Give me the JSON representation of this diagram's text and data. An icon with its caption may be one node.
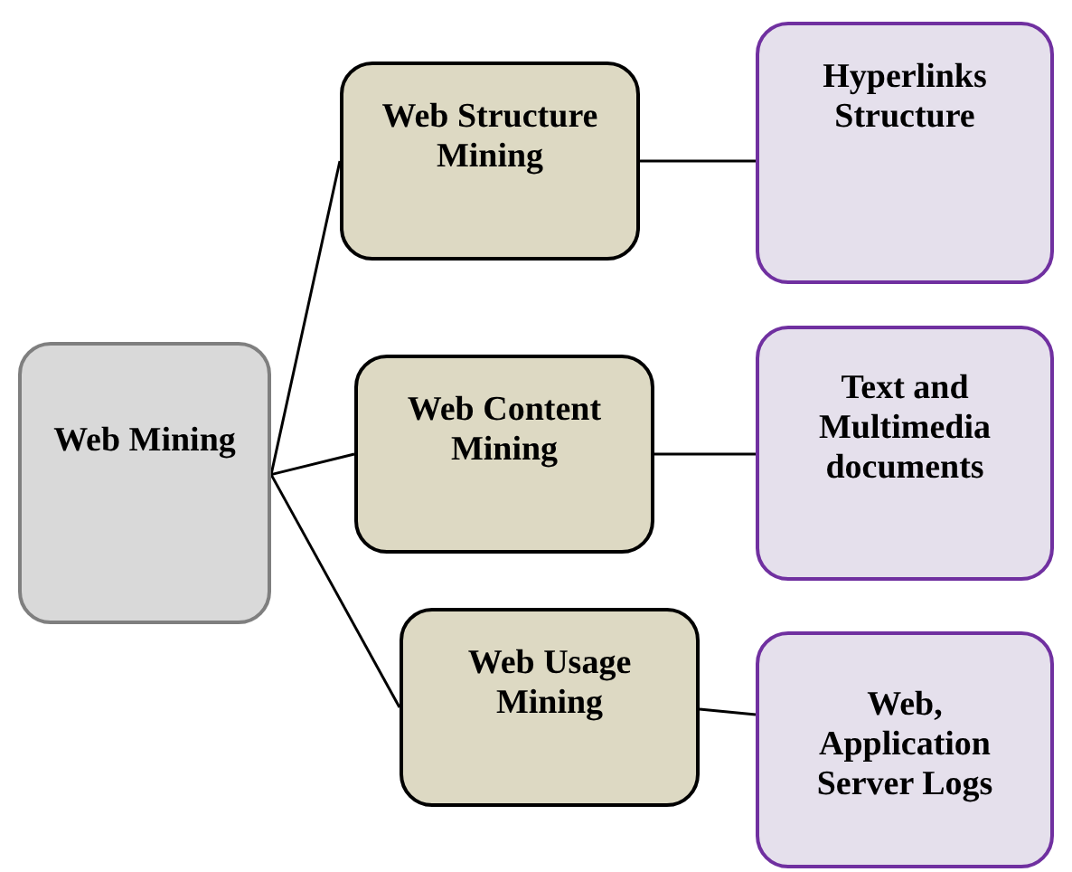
{
  "diagram": {
    "nodes": [
      {
        "text": [
          "Web Mining"
        ]
      },
      {
        "text": [
          "Web Structure Mining"
        ]
      },
      {
        "text": [
          "Web Content Mining"
        ]
      },
      {
        "text": [
          "Web Usage Mining"
        ]
      },
      {
        "text": [
          "Hyperlinks Structure"
        ]
      },
      {
        "text": [
          "Text and Multimedia documents"
        ]
      },
      {
        "text": [
          "Web, Application Server Logs"
        ]
      }
    ],
    "edges": [
      {
        "from": 0,
        "to": 1,
        "arrow": "none"
      },
      {
        "from": 0,
        "to": 2,
        "arrow": "none"
      },
      {
        "from": 0,
        "to": 3,
        "arrow": "none"
      },
      {
        "from": 1,
        "to": 4,
        "arrow": "none"
      },
      {
        "from": 2,
        "to": 5,
        "arrow": "none"
      },
      {
        "from": 3,
        "to": 6,
        "arrow": "none"
      }
    ]
  }
}
